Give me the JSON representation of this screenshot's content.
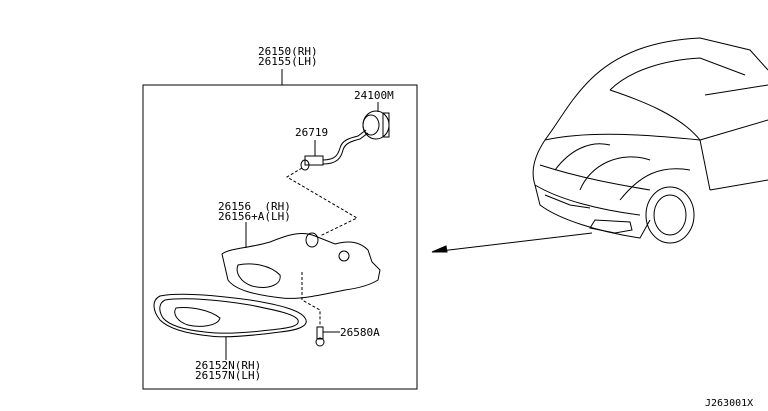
{
  "labels": {
    "assembly_rh": "26150(RH)",
    "assembly_lh": "26155(LH)",
    "bulb": "24100M",
    "socket": "26719",
    "housing_rh": "26156  (RH)",
    "housing_lh": "26156+A(LH)",
    "screw": "26580A",
    "bezel_rh": "26152N(RH)",
    "bezel_lh": "26157N(LH)"
  },
  "diagram_code": "J263001X"
}
